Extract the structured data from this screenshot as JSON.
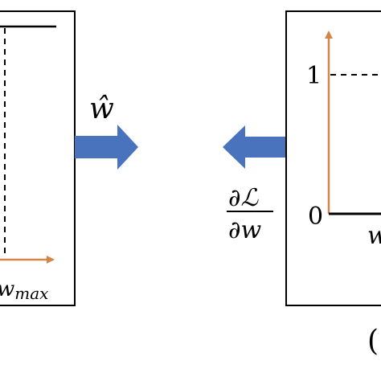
{
  "left_panel": {
    "axis_label_main": "w",
    "axis_label_sub": "max"
  },
  "forward_arrow": {
    "label": "ŵ"
  },
  "backward_arrow": {
    "label_numerator": "∂ℒ",
    "label_denominator": "∂w"
  },
  "right_panel": {
    "y_tick_top": "1",
    "y_tick_zero": "0",
    "x_label_fragment": "w",
    "caption_fragment": "("
  },
  "colors": {
    "frame": "#000000",
    "axis_arrow": "#D2874A",
    "flow_arrow": "#4A73BE",
    "curve": "#000000"
  },
  "icons": [
    "right-arrow-icon",
    "left-arrow-icon"
  ]
}
